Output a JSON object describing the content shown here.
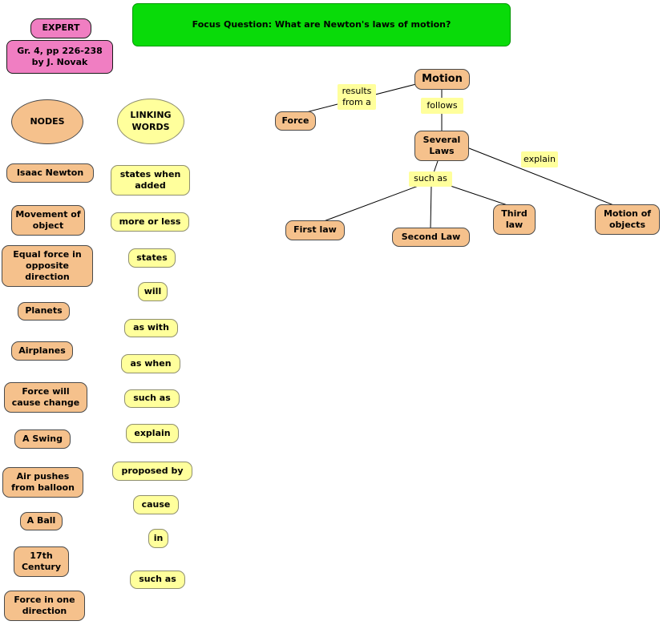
{
  "header": {
    "expert": "EXPERT",
    "source": "Gr. 4, pp 226-238 by J. Novak",
    "focus_question": "Focus Question:  What are Newton's laws of motion?"
  },
  "legend": {
    "nodes": "NODES",
    "linking_words": "LINKING WORDS"
  },
  "node_bank": [
    "Isaac Newton",
    "Movement of object",
    "Equal force in opposite direction",
    "Planets",
    "Airplanes",
    "Force will cause change",
    "A Swing",
    "Air pushes from balloon",
    "A Ball",
    "17th Century",
    "Force in one direction"
  ],
  "linking_bank": [
    "states when added",
    "more or less",
    "states",
    "will",
    "as with",
    "as when",
    "such as",
    "explain",
    "proposed by",
    "cause",
    "in",
    "such as"
  ],
  "map": {
    "concepts": {
      "motion": "Motion",
      "force": "Force",
      "several_laws": "Several Laws",
      "first_law": "First law",
      "second_law": "Second Law",
      "third_law": "Third law",
      "motion_of_objects": "Motion of objects"
    },
    "links": {
      "results_from_a": "results from a",
      "follows": "follows",
      "explain": "explain",
      "such_as": "such as"
    }
  },
  "colors": {
    "concept_fill": "#F5C18C",
    "linking_fill": "#FFFF9C",
    "pink_fill": "#F07EC2",
    "green_fill": "#09DB09"
  }
}
